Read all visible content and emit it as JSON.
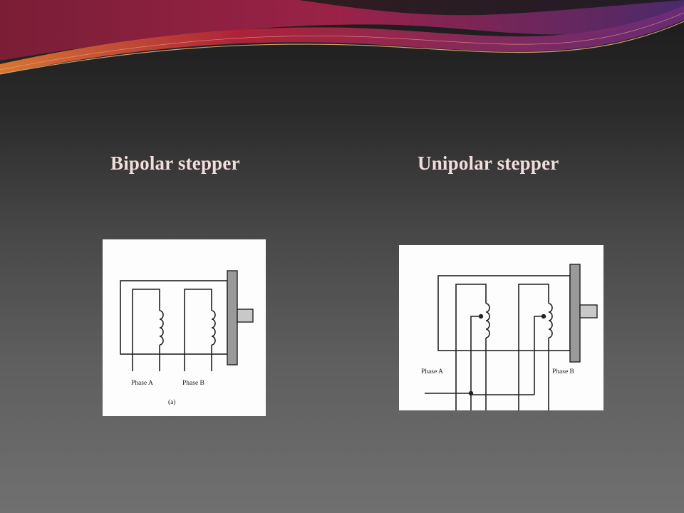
{
  "slide": {
    "left_caption": "Bipolar stepper",
    "right_caption": "Unipolar stepper"
  },
  "bipolar_diagram": {
    "phase_a_label": "Phase A",
    "phase_b_label": "Phase B",
    "figure_tag": "(a)"
  },
  "unipolar_diagram": {
    "phase_a_label": "Phase A",
    "phase_b_label": "Phase B"
  },
  "colors": {
    "banner_red": "#b4233a",
    "banner_purple": "#6a2c79",
    "banner_orange": "#e07a32",
    "caption_text": "#f3dcdc",
    "diagram_ink": "#222222"
  }
}
